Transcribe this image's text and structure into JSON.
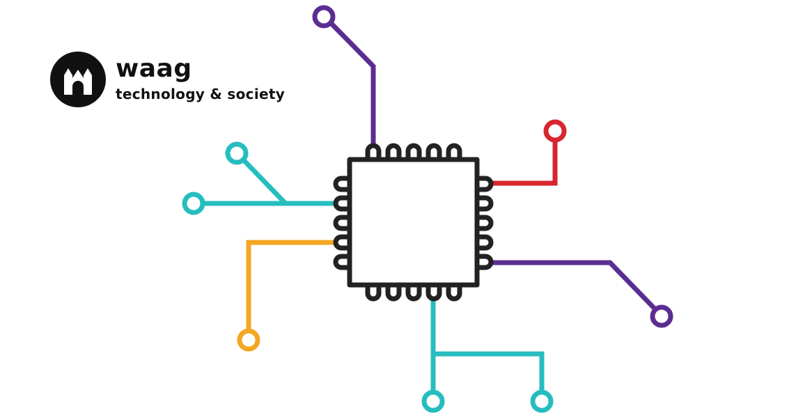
{
  "brand": {
    "name": "waag",
    "tagline": "technology & society",
    "logo_color": "#111111",
    "logo_icon": "gate-towers-icon"
  },
  "illustration": {
    "subject": "microchip-circuit",
    "chip_color": "#222222",
    "trace_colors": {
      "purple": "#5b2d91",
      "red": "#d7262e",
      "teal": "#26bdbf",
      "orange": "#f5a623"
    }
  }
}
